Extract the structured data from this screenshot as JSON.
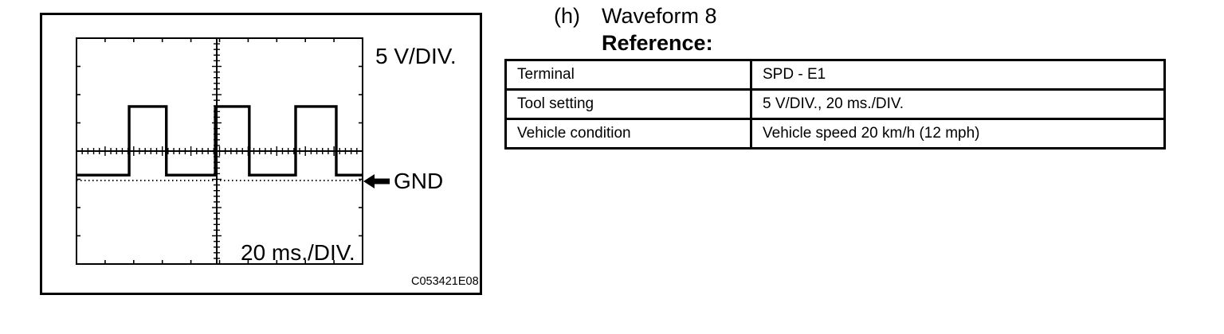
{
  "page": {
    "background_color": "#ffffff"
  },
  "figure": {
    "code": "C053421E08",
    "labels": {
      "volts_per_div": "5 V/DIV.",
      "time_per_div": "20 ms./DIV.",
      "ground": "GND"
    }
  },
  "heading": {
    "index": "(h)",
    "title": "Waveform 8",
    "subtitle": "Reference:"
  },
  "reference_table": {
    "rows": [
      {
        "label": "Terminal",
        "value": "SPD - E1"
      },
      {
        "label": "Tool setting",
        "value": "5 V/DIV., 20 ms./DIV."
      },
      {
        "label": "Vehicle condition",
        "value": "Vehicle speed 20 km/h (12 mph)"
      }
    ]
  },
  "chart_data": {
    "type": "line",
    "waveform_shape": "square",
    "title": "Waveform 8",
    "terminal": "SPD - E1",
    "volts_per_div": 5,
    "ms_per_div": 20,
    "grid_divisions": {
      "x": 10,
      "y": 8
    },
    "x_range_ms": [
      0,
      200
    ],
    "signal": {
      "low_level_v": 0,
      "high_level_v": 12,
      "approx_period_ms": 58,
      "approx_pulse_width_ms": 25,
      "rise_times_ms": [
        37,
        63,
        97,
        121,
        153,
        182
      ],
      "gnd_reference": "dotted line at signal low level"
    },
    "display": {
      "start_level": "low",
      "edges_div": [
        1.84,
        3.14,
        4.85,
        6.04,
        7.66,
        9.08
      ],
      "high_level_div": 1.58,
      "low_level_div": -0.85,
      "gnd_line_div": -1.04
    }
  }
}
